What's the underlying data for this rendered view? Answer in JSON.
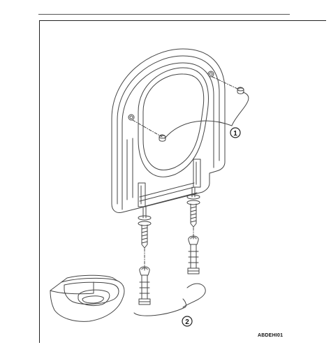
{
  "diagram": {
    "callouts": [
      {
        "id": 1,
        "label": "1"
      },
      {
        "id": 2,
        "label": "2"
      }
    ],
    "figure_code": "ABDEHI01"
  },
  "colors": {
    "line": "#333333",
    "frame": "#222222"
  }
}
